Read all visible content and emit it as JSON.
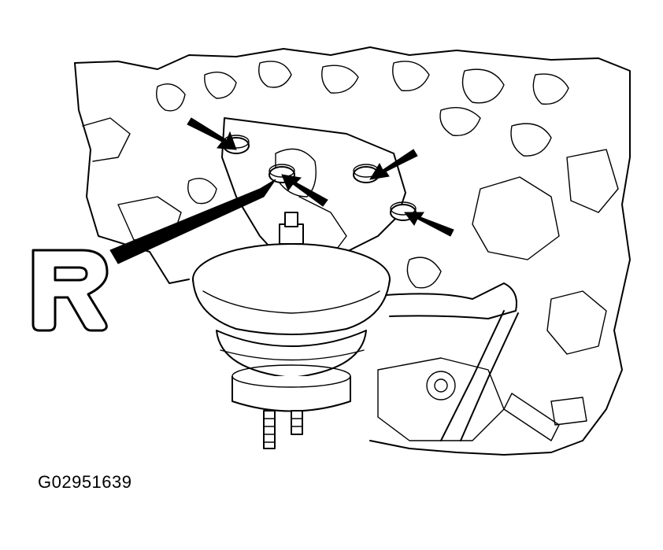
{
  "callout": {
    "letter": "R"
  },
  "figure": {
    "code": "G02951639"
  },
  "icons": [
    "arrow-icon",
    "engine-mount-illustration"
  ]
}
